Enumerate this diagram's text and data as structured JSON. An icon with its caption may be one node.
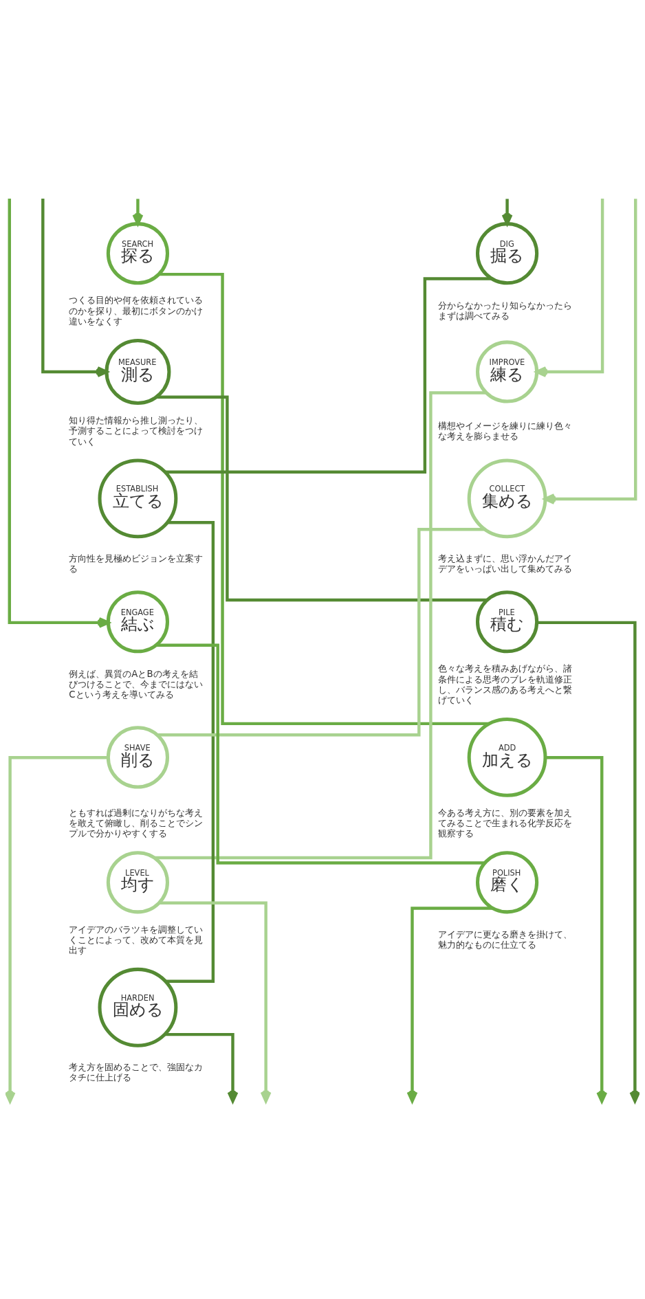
{
  "diagram": {
    "nodes": [
      {
        "text": [
          "SEARCH",
          "探る"
        ],
        "beside": [
          "つくる目的や何を依頼されているのかを探り、最初にボタンのかけ違いをなくす"
        ]
      },
      {
        "text": [
          "DIG",
          "掘る"
        ],
        "beside": [
          "分からなかったり知らなかったらまずは調べてみる"
        ]
      },
      {
        "text": [
          "MEASURE",
          "測る"
        ],
        "beside": [
          "知り得た情報から推し測ったり、予測することによって検討をつけていく"
        ]
      },
      {
        "text": [
          "IMPROVE",
          "練る"
        ],
        "beside": [
          "構想やイメージを練りに練り色々な考えを膨らませる"
        ]
      },
      {
        "text": [
          "ESTABLISH",
          "立てる"
        ],
        "beside": [
          "方向性を見極めビジョンを立案する"
        ]
      },
      {
        "text": [
          "COLLECT",
          "集める"
        ],
        "beside": [
          "考え込まずに、思い浮かんだアイデアをいっぱい出して集めてみる"
        ]
      },
      {
        "text": [
          "ENGAGE",
          "結ぶ"
        ],
        "beside": [
          "例えば、異質のAとBの考えを結びつけることで、今までにはないCという考えを導いてみる"
        ]
      },
      {
        "text": [
          "PILE",
          "積む"
        ],
        "beside": [
          "色々な考えを積みあげながら、諸条件による思考のブレを軌道修正し、バランス感のある考えへと繋げていく"
        ]
      },
      {
        "text": [
          "SHAVE",
          "削る"
        ],
        "beside": [
          "ともすれば過剰になりがちな考えを敢えて俯瞰し、削ることでシンプルで分かりやすくする"
        ]
      },
      {
        "text": [
          "ADD",
          "加える"
        ],
        "beside": [
          "今ある考え方に、別の要素を加えてみることで生まれる化学反応を観察する"
        ]
      },
      {
        "text": [
          "LEVEL",
          "均す"
        ],
        "beside": [
          "アイデアのバラツキを調整していくことによって、改めて本質を見出す"
        ]
      },
      {
        "text": [
          "POLISH",
          "磨く"
        ],
        "beside": [
          "アイデアに更なる磨きを掛けて、魅力的なものに仕立てる"
        ]
      },
      {
        "text": [
          "HARDEN",
          "固める"
        ],
        "beside": [
          "考え方を固めることで、強固なカタチに仕上げる"
        ]
      }
    ],
    "edges": [
      {
        "from": null,
        "to": 3,
        "arrow": "to",
        "color": "#a8d28f"
      },
      {
        "from": 3,
        "to": 10,
        "arrow": "none",
        "color": "#a8d28f"
      },
      {
        "from": 10,
        "to": null,
        "arrow": "to",
        "color": "#a8d28f"
      },
      {
        "from": null,
        "to": 6,
        "arrow": "to",
        "color": "#6aac44"
      },
      {
        "from": 6,
        "to": 11,
        "arrow": "none",
        "color": "#6aac44"
      },
      {
        "from": 11,
        "to": null,
        "arrow": "to",
        "color": "#6aac44"
      },
      {
        "from": null,
        "to": 2,
        "arrow": "to",
        "color": "#548a33"
      },
      {
        "from": 2,
        "to": 7,
        "arrow": "none",
        "color": "#548a33"
      },
      {
        "from": 7,
        "to": null,
        "arrow": "to",
        "color": "#548a33"
      },
      {
        "from": null,
        "to": 1,
        "arrow": "to",
        "color": "#548a33"
      },
      {
        "from": 1,
        "to": 4,
        "arrow": "none",
        "color": "#548a33"
      },
      {
        "from": 4,
        "to": 12,
        "arrow": "none",
        "color": "#548a33"
      },
      {
        "from": 12,
        "to": null,
        "arrow": "to",
        "color": "#548a33"
      },
      {
        "from": null,
        "to": 0,
        "arrow": "to",
        "color": "#6aac44"
      },
      {
        "from": 0,
        "to": 9,
        "arrow": "none",
        "color": "#6aac44"
      },
      {
        "from": 9,
        "to": null,
        "arrow": "to",
        "color": "#6aac44"
      },
      {
        "from": null,
        "to": 5,
        "arrow": "to",
        "color": "#a8d28f"
      },
      {
        "from": 5,
        "to": 8,
        "arrow": "none",
        "color": "#a8d28f"
      },
      {
        "from": 8,
        "to": null,
        "arrow": "to",
        "color": "#a8d28f"
      }
    ]
  }
}
